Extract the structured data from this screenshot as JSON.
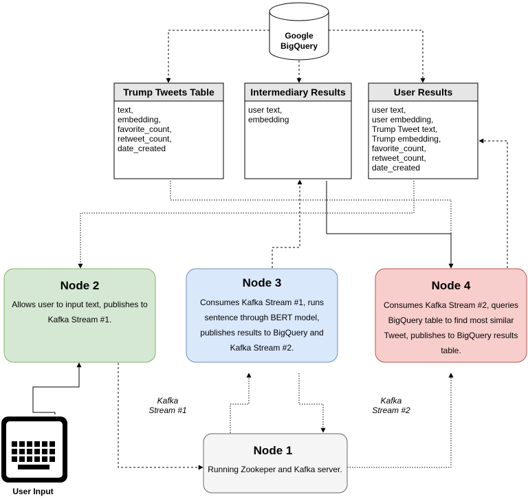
{
  "database": {
    "line1": "Google",
    "line2": "BigQuery"
  },
  "tables": [
    {
      "title": "Trump Tweets Table",
      "fields": [
        "text,",
        "embedding,",
        "favorite_count,",
        "retweet_count,",
        "date_created"
      ]
    },
    {
      "title": "Intermediary Results",
      "fields": [
        "user text,",
        "embedding"
      ]
    },
    {
      "title": "User Results",
      "fields": [
        "user text,",
        "user embedding,",
        "Trump Tweet text,",
        "Trump embedding,",
        "favorite_count,",
        "retweet_count,",
        "date_created"
      ]
    }
  ],
  "nodes": {
    "node2": {
      "title": "Node 2",
      "desc": [
        "Allows user to input text, publishes to",
        "Kafka Stream #1."
      ],
      "fill": "#d5e8d4",
      "stroke": "#82b366"
    },
    "node3": {
      "title": "Node 3",
      "desc": [
        "Consumes Kafka Stream #1, runs",
        "sentence through BERT model,",
        "publishes results to BigQuery and",
        "Kafka Stream #2."
      ],
      "fill": "#dae8fc",
      "stroke": "#6c8ebf"
    },
    "node4": {
      "title": "Node 4",
      "desc": [
        "Consumes Kafka Stream #2, queries",
        "BigQuery table to find most similar",
        "Tweet, publishes to BigQuery results",
        "table."
      ],
      "fill": "#f8cecc",
      "stroke": "#b85450"
    },
    "node1": {
      "title": "Node 1",
      "desc": [
        "Running Zookeper and Kafka server."
      ],
      "fill": "#f5f5f5",
      "stroke": "#666666"
    }
  },
  "stream_labels": {
    "stream1": {
      "line1": "Kafka",
      "line2": "Stream #1"
    },
    "stream2": {
      "line1": "Kafka",
      "line2": "Stream #2"
    }
  },
  "user_input": {
    "caption": "User Input",
    "icon": "keyboard-icon"
  },
  "header_fill": "#e6e6e6"
}
